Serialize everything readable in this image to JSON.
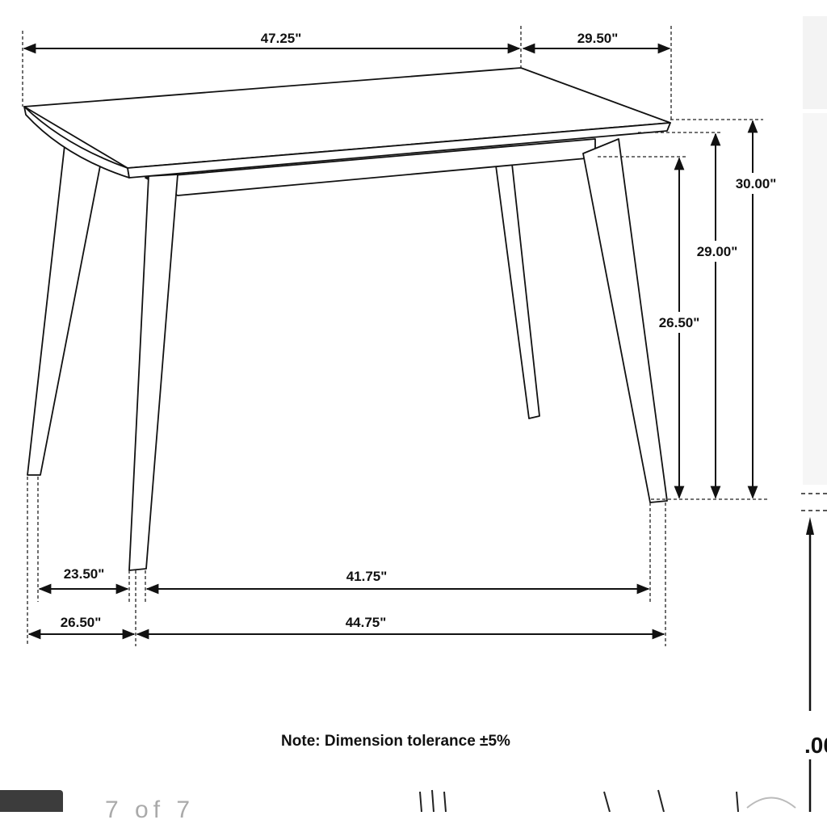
{
  "diagram": {
    "dimensions": {
      "top_length": "47.25\"",
      "top_width": "29.50\"",
      "total_height": "30.00\"",
      "top_surface_height": "29.00\"",
      "apron_clearance": "26.50\"",
      "inner_leg_span_side": "23.50\"",
      "outer_leg_span_side": "26.50\"",
      "inner_leg_span_front": "41.75\"",
      "outer_leg_span_front": "44.75\""
    },
    "note": "Note: Dimension tolerance ±5%"
  },
  "viewer": {
    "page_counter": "7 of 7",
    "partial_label": ".00"
  }
}
